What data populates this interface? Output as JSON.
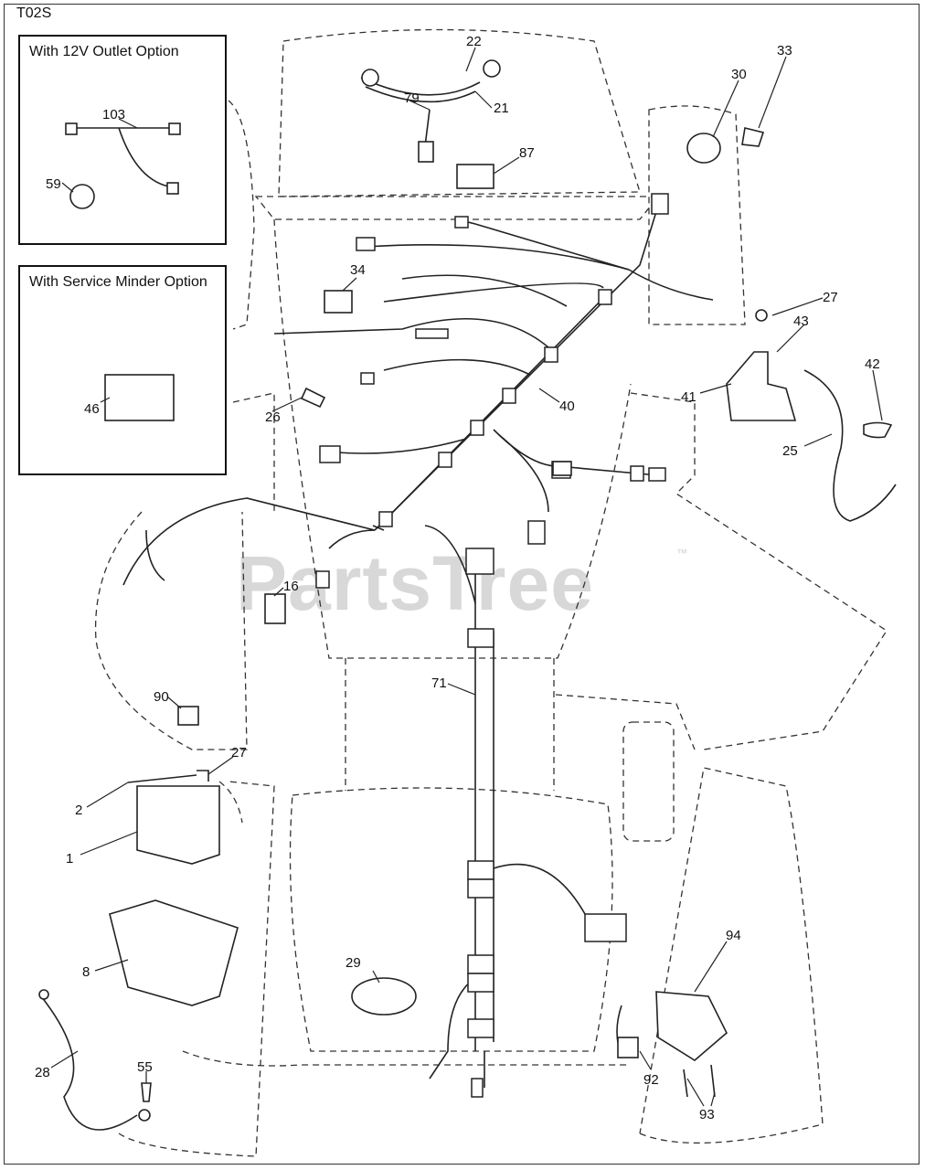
{
  "sheet_code": "T02S",
  "option_boxes": {
    "outlet": {
      "title": "With 12V Outlet Option"
    },
    "service_minder": {
      "title": "With Service Minder Option"
    }
  },
  "watermark": {
    "text": "PartsTree",
    "tm": "™"
  },
  "part_labels": [
    "22",
    "79",
    "21",
    "30",
    "33",
    "87",
    "103",
    "59",
    "34",
    "27",
    "43",
    "42",
    "41",
    "46",
    "26",
    "40",
    "25",
    "16",
    "71",
    "90",
    "27",
    "2",
    "1",
    "8",
    "29",
    "94",
    "28",
    "55",
    "92",
    "93"
  ]
}
